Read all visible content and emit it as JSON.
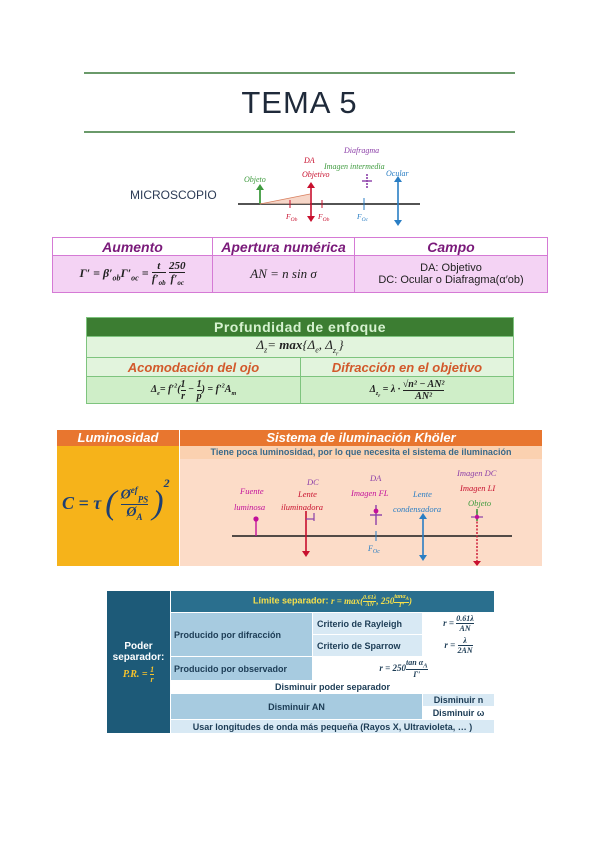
{
  "page": {
    "title": "TEMA 5"
  },
  "microscope": {
    "label": "MICROSCOPIO",
    "objeto": "Objeto",
    "da": "DA",
    "objetivo": "Objetivo",
    "diafragma": "Diafragma",
    "imagen_intermedia": "Imagen intermedia",
    "ocular": "Ocular",
    "f_ob": "F",
    "f_ob_sub": "Ob",
    "f_ob_prime_sub": "Ob",
    "f_oc": "F",
    "f_oc_sub": "Oc"
  },
  "table1": {
    "headers": [
      "Aumento",
      "Apertura numérica",
      "Campo"
    ],
    "aumento_formula": "Γ′ = β′ob Γ′oc = t/f′ob · 250/f′oc",
    "apertura_formula": "AN = n sin σ",
    "campo_line1": "DA: Objetivo",
    "campo_line2": "DC: Ocular o Diafragma(α′ob)"
  },
  "table2": {
    "title": "Profundidad de enfoque",
    "formula": "Δz = max{Δe, Δzr}",
    "col1_header": "Acomodación del ojo",
    "col2_header": "Difracción en el objetivo",
    "col1_formula": "Δe = f′²(1/r − 1/p) = f′² Am",
    "col2_formula": "Δzr = λ · √(n² − AN²) / AN²"
  },
  "block3": {
    "left_header": "Luminosidad",
    "right_header": "Sistema de iluminación Khöler",
    "subtitle": "Tiene poca luminosidad, por lo que necesita el sistema de iluminación",
    "formula": "C = τ (Øef PS / ØA)²",
    "fuente": "Fuente",
    "luminosa": "luminosa",
    "dc": "DC",
    "lente": "Lente",
    "iluminadora": "iluminadora",
    "da": "DA",
    "imagen_fl": "Imagen FL",
    "lente2": "Lente",
    "condensadora": "condensadora",
    "imagen_dc": "Imagen DC",
    "imagen_li": "Imagen LI",
    "objeto": "Objeto",
    "f_oc": "F",
    "f_oc_sub": "Oc"
  },
  "table4": {
    "limite": "Límite separador: r = max(0.61λ/AN, 250 tanαA/Γ′)",
    "poder_line1": "Poder",
    "poder_line2": "separador:",
    "poder_formula": "P.R. = 1/r",
    "difraccion": "Producido por difracción",
    "rayleigh": "Criterio de Rayleigh",
    "rayleigh_formula": "r = 0.61λ / AN",
    "sparrow": "Criterio de Sparrow",
    "sparrow_formula": "r = λ / 2AN",
    "observador": "Producido por observador",
    "observador_formula": "r = 250 tan αA / Γ′",
    "disminuir_poder": "Disminuir poder separador",
    "disminuir_an": "Disminuir AN",
    "disminuir_n": "Disminuir n",
    "disminuir_omega": "Disminuir ω",
    "usar_longitudes": "Usar longitudes de onda más pequeña (Rayos X, Ultravioleta, … )"
  },
  "colors": {
    "green_rule": "#6a9a6a",
    "pink_border": "#d57ad5",
    "pink_fill": "#f4d3f4",
    "dark_green": "#3c7d32",
    "orange": "#e8762f",
    "yellow": "#f6b31a",
    "navy": "#1d5a78"
  }
}
